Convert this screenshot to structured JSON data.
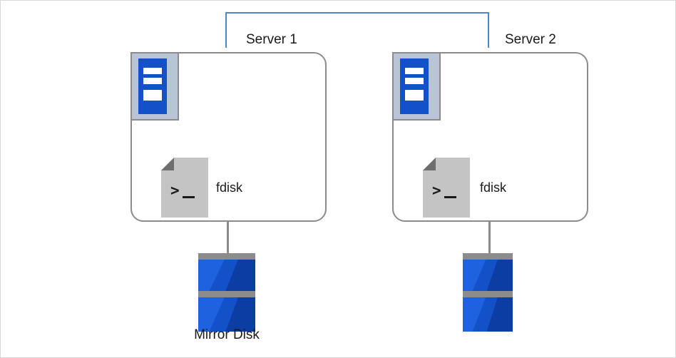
{
  "diagram": {
    "title": "Mirror disk two-server configuration",
    "colors": {
      "network_link": "#4a86c8",
      "box_border": "#8c8c8c",
      "server_icon_blue": "#1351c8",
      "server_icon_frame": "#b9c4d6",
      "disk_blue": "#1351c8",
      "disk_blue_dark": "#0b3da3",
      "doc_gray": "#c4c4c4",
      "text": "#1a1a1a",
      "background": "#ffffff"
    },
    "servers": [
      {
        "label": "Server 1",
        "machine_icon": "server-icon",
        "app_icon": "terminal-document-icon",
        "app_label": "fdisk",
        "disk_icon": "disk-stack-icon",
        "disk_label": "Mirror Disk"
      },
      {
        "label": "Server 2",
        "machine_icon": "server-icon",
        "app_icon": "terminal-document-icon",
        "app_label": "fdisk",
        "disk_icon": "disk-stack-icon",
        "disk_label": ""
      }
    ],
    "network_link": {
      "name": "interconnect-link",
      "style": "bracket"
    },
    "prompt_glyph": ">"
  }
}
